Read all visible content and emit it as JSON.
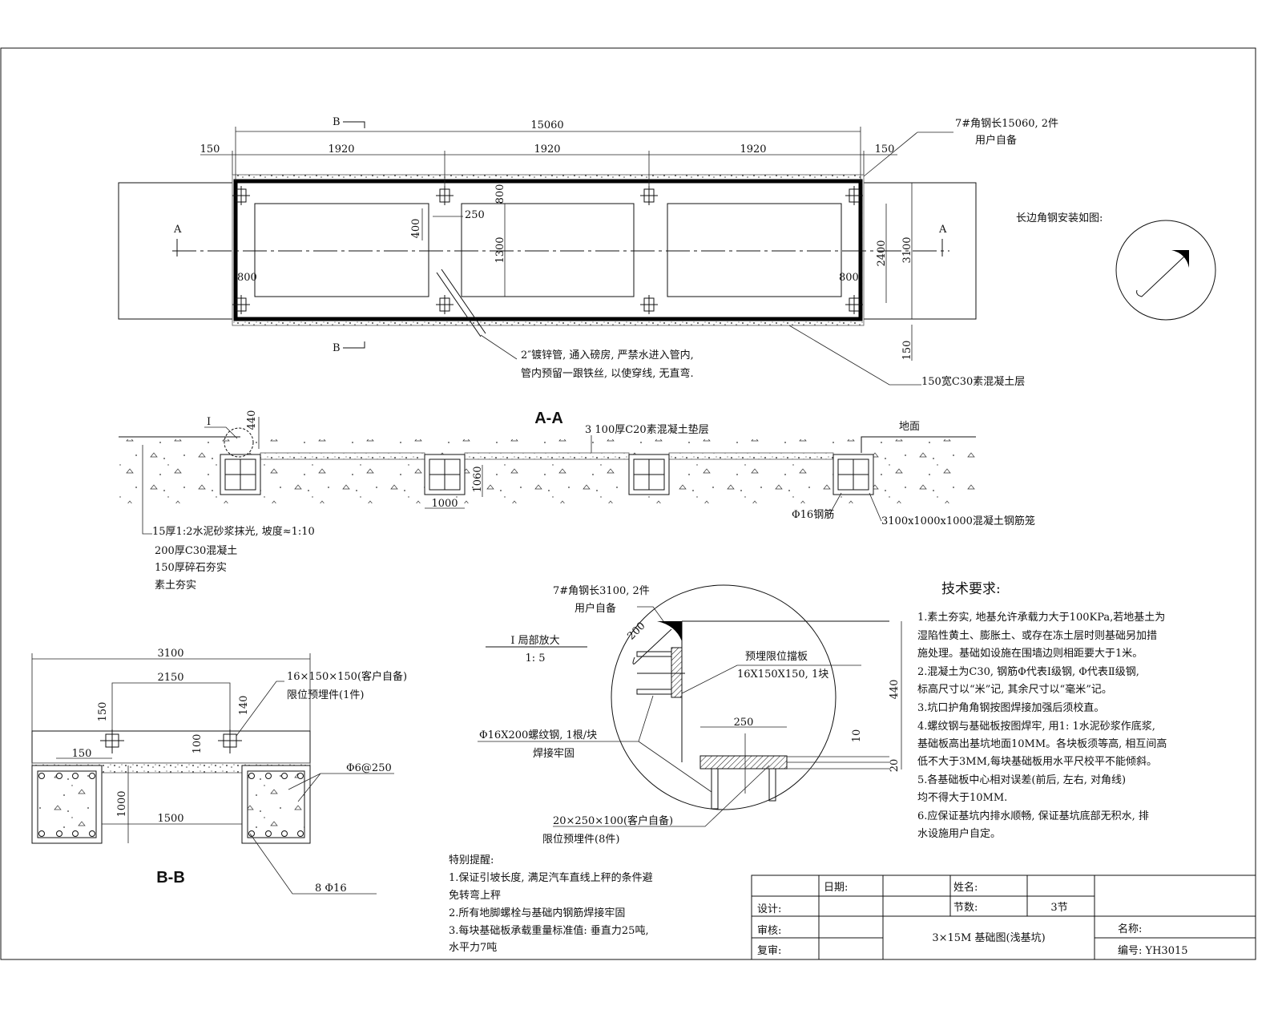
{
  "plan": {
    "total_length": "15060",
    "seg": [
      "150",
      "1920",
      "1920",
      "1920",
      "150"
    ],
    "section_b": "B",
    "section_a": "A",
    "angle_steel": "7#角钢长15060, 2件",
    "user_supplied": "用户自备",
    "install_note": "长边角钢安装如图:",
    "pipe_note_1": "2″镀锌管, 通入磅房, 严禁水进入管内,",
    "pipe_note_2": "管内预留一跟铁丝, 以使穿线, 无直弯.",
    "concrete_layer": "150宽C30素混凝土层",
    "dim_800_top": "800",
    "dim_400": "400",
    "dim_250": "250",
    "dim_1300": "1300",
    "dim_800_left": "800",
    "dim_800_right": "800",
    "dim_2400": "2400",
    "dim_3100": "3100",
    "dim_150": "150"
  },
  "section_aa": {
    "title": "A-A",
    "cushion": "3  100厚C20素混凝土垫层",
    "ground": "地面",
    "detail_mark": "I",
    "dim_440": "440",
    "dim_1000": "1000",
    "dim_1060": "1060",
    "rebar": "Φ16钢筋",
    "cage": "3100x1000x1000混凝土钢筋笼",
    "layers": [
      "15厚1:2水泥砂浆抹光, 坡度≈1:10",
      "200厚C30混凝土",
      "150厚碎石夯实",
      "素土夯实"
    ]
  },
  "detail": {
    "angle_steel": "7#角钢长3100, 2件",
    "user_supplied": "用户自备",
    "title": "I 局部放大",
    "scale": "1: 5",
    "dim_200": "200",
    "plate": "预埋限位擋板",
    "plate_size": "16X150X150, 1块",
    "bar": "Φ16X200螺纹钢, 1根/块",
    "weld": "焊接牢固",
    "dim_250": "250",
    "dim_440": "440",
    "dim_10": "10",
    "dim_20": "20",
    "embed": "20×250×100(客户自备)",
    "embed_count": "限位预埋件(8件)"
  },
  "section_bb": {
    "title": "B-B",
    "dim_3100": "3100",
    "dim_2150": "2150",
    "embed": "16×150×150(客户自备)",
    "embed_count": "限位预埋件(1件)",
    "dim_150v": "150",
    "dim_140": "140",
    "dim_100": "100",
    "dim_150h": "150",
    "stirrup": "Φ6@250",
    "dim_1000": "1000",
    "dim_1500": "1500",
    "main_bar": "8  Φ16"
  },
  "tech": {
    "title": "技术要求:",
    "lines": [
      "1.素土夯实, 地基允许承载力大于100KPa,若地基土为",
      "湿陷性黄土、膨胀土、或存在冻土层时则基础另加措",
      "施处理。基础如设施在围墙边则相距要大于1米。",
      "2.混凝土为C30, 钢筋Φ代表Ⅰ级钢,   Φ代表Ⅱ级钢,",
      "标高尺寸以“米”记, 其余尺寸以“毫米”记。",
      "3.坑口护角角钢按图焊接加强后须校直。",
      "4.螺纹钢与基础板按图焊牢, 用1: 1水泥砂浆作底浆,",
      "基础板高出基坑地面10MM。各块板须等高, 相互间高",
      "低不大于3MM,每块基础板用水平尺校平不能倾斜。",
      "5.各基础板中心相对误差(前后, 左右, 对角线)",
      "均不得大于10MM.",
      "6.应保证基坑内排水顺畅, 保证基坑底部无积水, 排",
      "水设施用户自定。"
    ]
  },
  "reminder": {
    "title": "特别提醒:",
    "lines": [
      "1.保证引坡长度, 满足汽车直线上秤的条件避",
      "免转弯上秤",
      "2.所有地脚螺栓与基础内钢筋焊接牢固",
      "3.每块基础板承载重量标准值: 垂直力25吨,",
      "水平力7吨"
    ]
  },
  "title_block": {
    "date_label": "日期:",
    "name_label": "姓名:",
    "design_label": "设计:",
    "sections_label": "节数:",
    "sections_value": "3节",
    "review_label": "审核:",
    "recheck_label": "复审:",
    "drawing_title": "3×15M 基础图(浅基坑)",
    "title_label": "名称:",
    "number_label": "编号: YH3015"
  }
}
